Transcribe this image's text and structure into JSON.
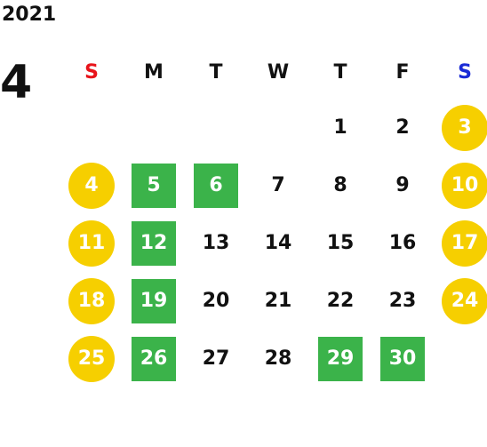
{
  "calendar": {
    "year": "2021",
    "month": "4",
    "weekdays": [
      {
        "label": "S",
        "type": "sun"
      },
      {
        "label": "M",
        "type": "mon"
      },
      {
        "label": "T",
        "type": "tue"
      },
      {
        "label": "W",
        "type": "wed"
      },
      {
        "label": "T",
        "type": "thu"
      },
      {
        "label": "F",
        "type": "fri"
      },
      {
        "label": "S",
        "type": "sat"
      }
    ],
    "colors": {
      "sunday_label": "#e8141b",
      "saturday_label": "#1a2bd6",
      "weekend_circle": "#f6cf00",
      "holiday_square": "#3bb34a",
      "text": "#111111"
    },
    "weeks": [
      [
        {
          "day": "",
          "style": "empty"
        },
        {
          "day": "",
          "style": "empty"
        },
        {
          "day": "",
          "style": "empty"
        },
        {
          "day": "",
          "style": "empty"
        },
        {
          "day": "1",
          "style": "normal"
        },
        {
          "day": "2",
          "style": "normal"
        },
        {
          "day": "3",
          "style": "weekend"
        }
      ],
      [
        {
          "day": "4",
          "style": "weekend"
        },
        {
          "day": "5",
          "style": "holiday"
        },
        {
          "day": "6",
          "style": "holiday"
        },
        {
          "day": "7",
          "style": "normal"
        },
        {
          "day": "8",
          "style": "normal"
        },
        {
          "day": "9",
          "style": "normal"
        },
        {
          "day": "10",
          "style": "weekend"
        }
      ],
      [
        {
          "day": "11",
          "style": "weekend"
        },
        {
          "day": "12",
          "style": "holiday"
        },
        {
          "day": "13",
          "style": "normal"
        },
        {
          "day": "14",
          "style": "normal"
        },
        {
          "day": "15",
          "style": "normal"
        },
        {
          "day": "16",
          "style": "normal"
        },
        {
          "day": "17",
          "style": "weekend"
        }
      ],
      [
        {
          "day": "18",
          "style": "weekend"
        },
        {
          "day": "19",
          "style": "holiday"
        },
        {
          "day": "20",
          "style": "normal"
        },
        {
          "day": "21",
          "style": "normal"
        },
        {
          "day": "22",
          "style": "normal"
        },
        {
          "day": "23",
          "style": "normal"
        },
        {
          "day": "24",
          "style": "weekend"
        }
      ],
      [
        {
          "day": "25",
          "style": "weekend"
        },
        {
          "day": "26",
          "style": "holiday"
        },
        {
          "day": "27",
          "style": "normal"
        },
        {
          "day": "28",
          "style": "normal"
        },
        {
          "day": "29",
          "style": "holiday"
        },
        {
          "day": "30",
          "style": "holiday"
        },
        {
          "day": "",
          "style": "empty"
        }
      ]
    ]
  }
}
